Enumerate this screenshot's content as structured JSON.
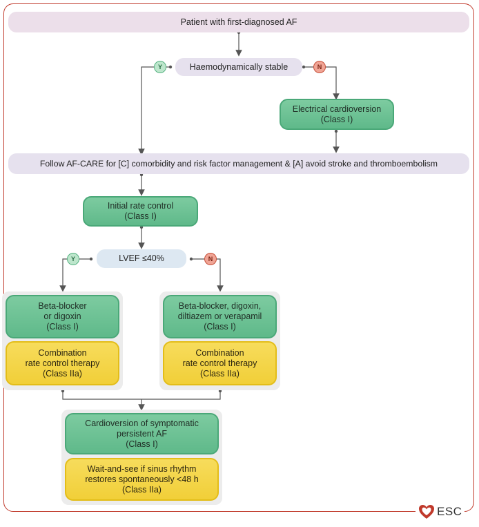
{
  "nodes": {
    "start": "Patient with first-diagnosed AF",
    "haemo": "Haemodynamically stable",
    "cardioversion": [
      "Electrical cardioversion",
      "(Class I)"
    ],
    "afcare": "Follow AF-CARE for [C] comorbidity and risk factor management & [A] avoid stroke and thromboembolism",
    "initial_rate": [
      "Initial rate control",
      "(Class I)"
    ],
    "lvef": "LVEF ≤40%",
    "left_green": [
      "Beta-blocker",
      "or digoxin",
      "(Class I)"
    ],
    "left_yellow": [
      "Combination",
      "rate control therapy",
      "(Class IIa)"
    ],
    "right_green": [
      "Beta-blocker, digoxin,",
      "diltiazem or verapamil",
      "(Class I)"
    ],
    "right_yellow": [
      "Combination",
      "rate control therapy",
      "(Class IIa)"
    ],
    "bottom_green": [
      "Cardioversion of symptomatic",
      "persistent AF",
      "(Class I)"
    ],
    "bottom_yellow": [
      "Wait-and-see if sinus rhythm",
      "restores spontaneously <48 h",
      "(Class IIa)"
    ]
  },
  "badges": {
    "yes": "Y",
    "no": "N"
  },
  "logo": {
    "text": "ESC",
    "icon": "heart-icon"
  },
  "colors": {
    "frame": "#c0392b",
    "green": "#5fb98a",
    "yellow": "#f1cf38",
    "pink": "#ecdfea"
  }
}
